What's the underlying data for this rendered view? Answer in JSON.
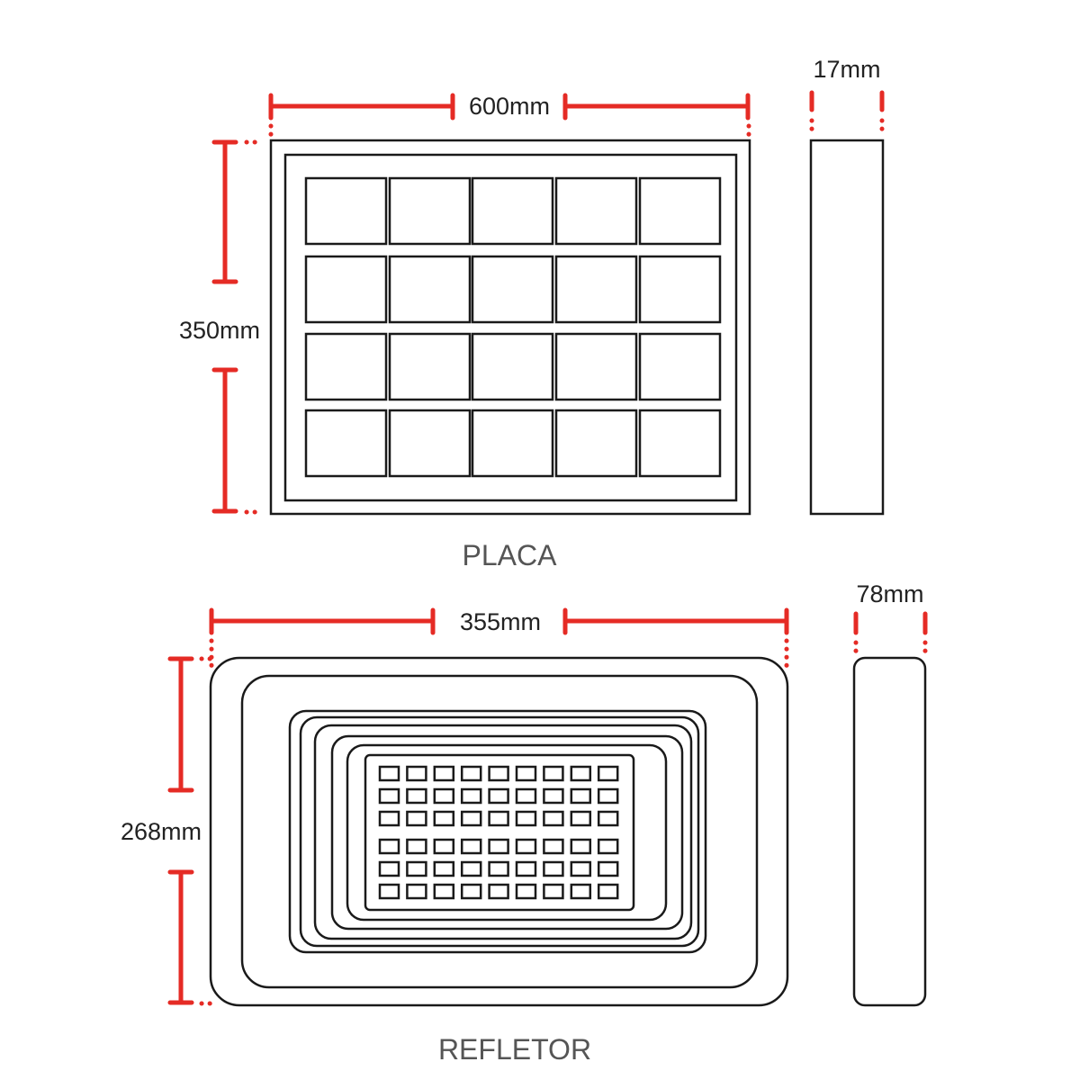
{
  "placa": {
    "caption": "PLACA",
    "width_label": "600mm",
    "height_label": "350mm",
    "depth_label": "17mm",
    "cell_rows": 4,
    "cell_cols": 5
  },
  "refletor": {
    "caption": "REFLETOR",
    "width_label": "355mm",
    "height_label": "268mm",
    "depth_label": "78mm",
    "led_rows": 6,
    "led_cols": 9
  },
  "colors": {
    "dimension": "#e52b25",
    "outline": "#1a1a1a",
    "caption": "#555555"
  }
}
